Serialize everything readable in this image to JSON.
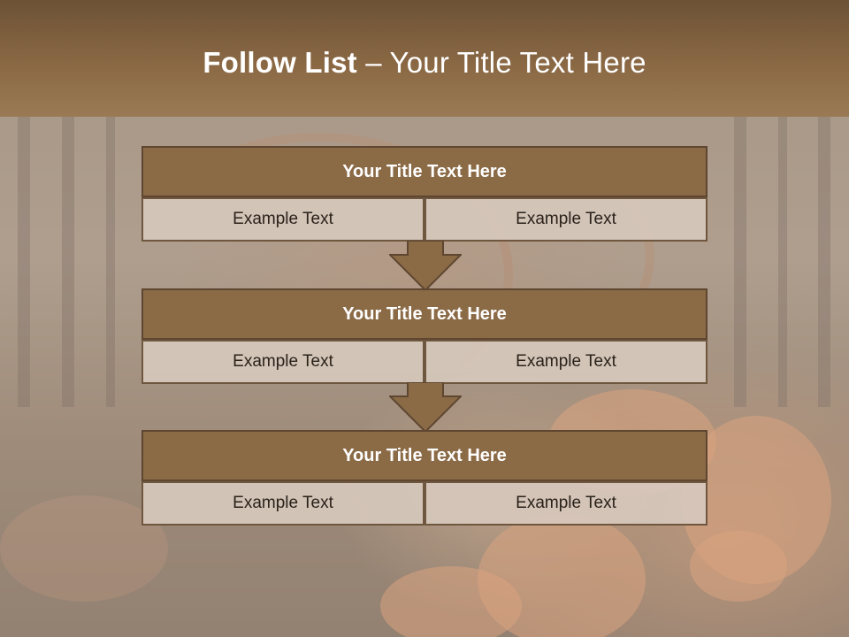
{
  "colors": {
    "title_band": "#8a6844",
    "box_header": "#8b6a46",
    "box_border": "#5e4630",
    "cell_fill": "#d6c8bc",
    "arrow": "#8b6a46"
  },
  "slide": {
    "title_bold": "Follow List",
    "title_rest": "– Your Title Text Here"
  },
  "boxes": [
    {
      "title": "Your Title Text Here",
      "left": "Example Text",
      "right": "Example Text"
    },
    {
      "title": "Your Title Text Here",
      "left": "Example Text",
      "right": "Example Text"
    },
    {
      "title": "Your Title Text Here",
      "left": "Example Text",
      "right": "Example Text"
    }
  ],
  "icons": [
    "down-arrow-icon",
    "down-arrow-icon"
  ]
}
